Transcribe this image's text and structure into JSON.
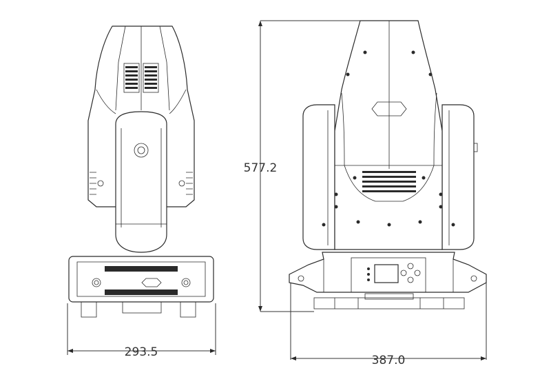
{
  "dimensions": {
    "side_width": "293.5",
    "front_width": "387.0",
    "height": "577.2"
  }
}
